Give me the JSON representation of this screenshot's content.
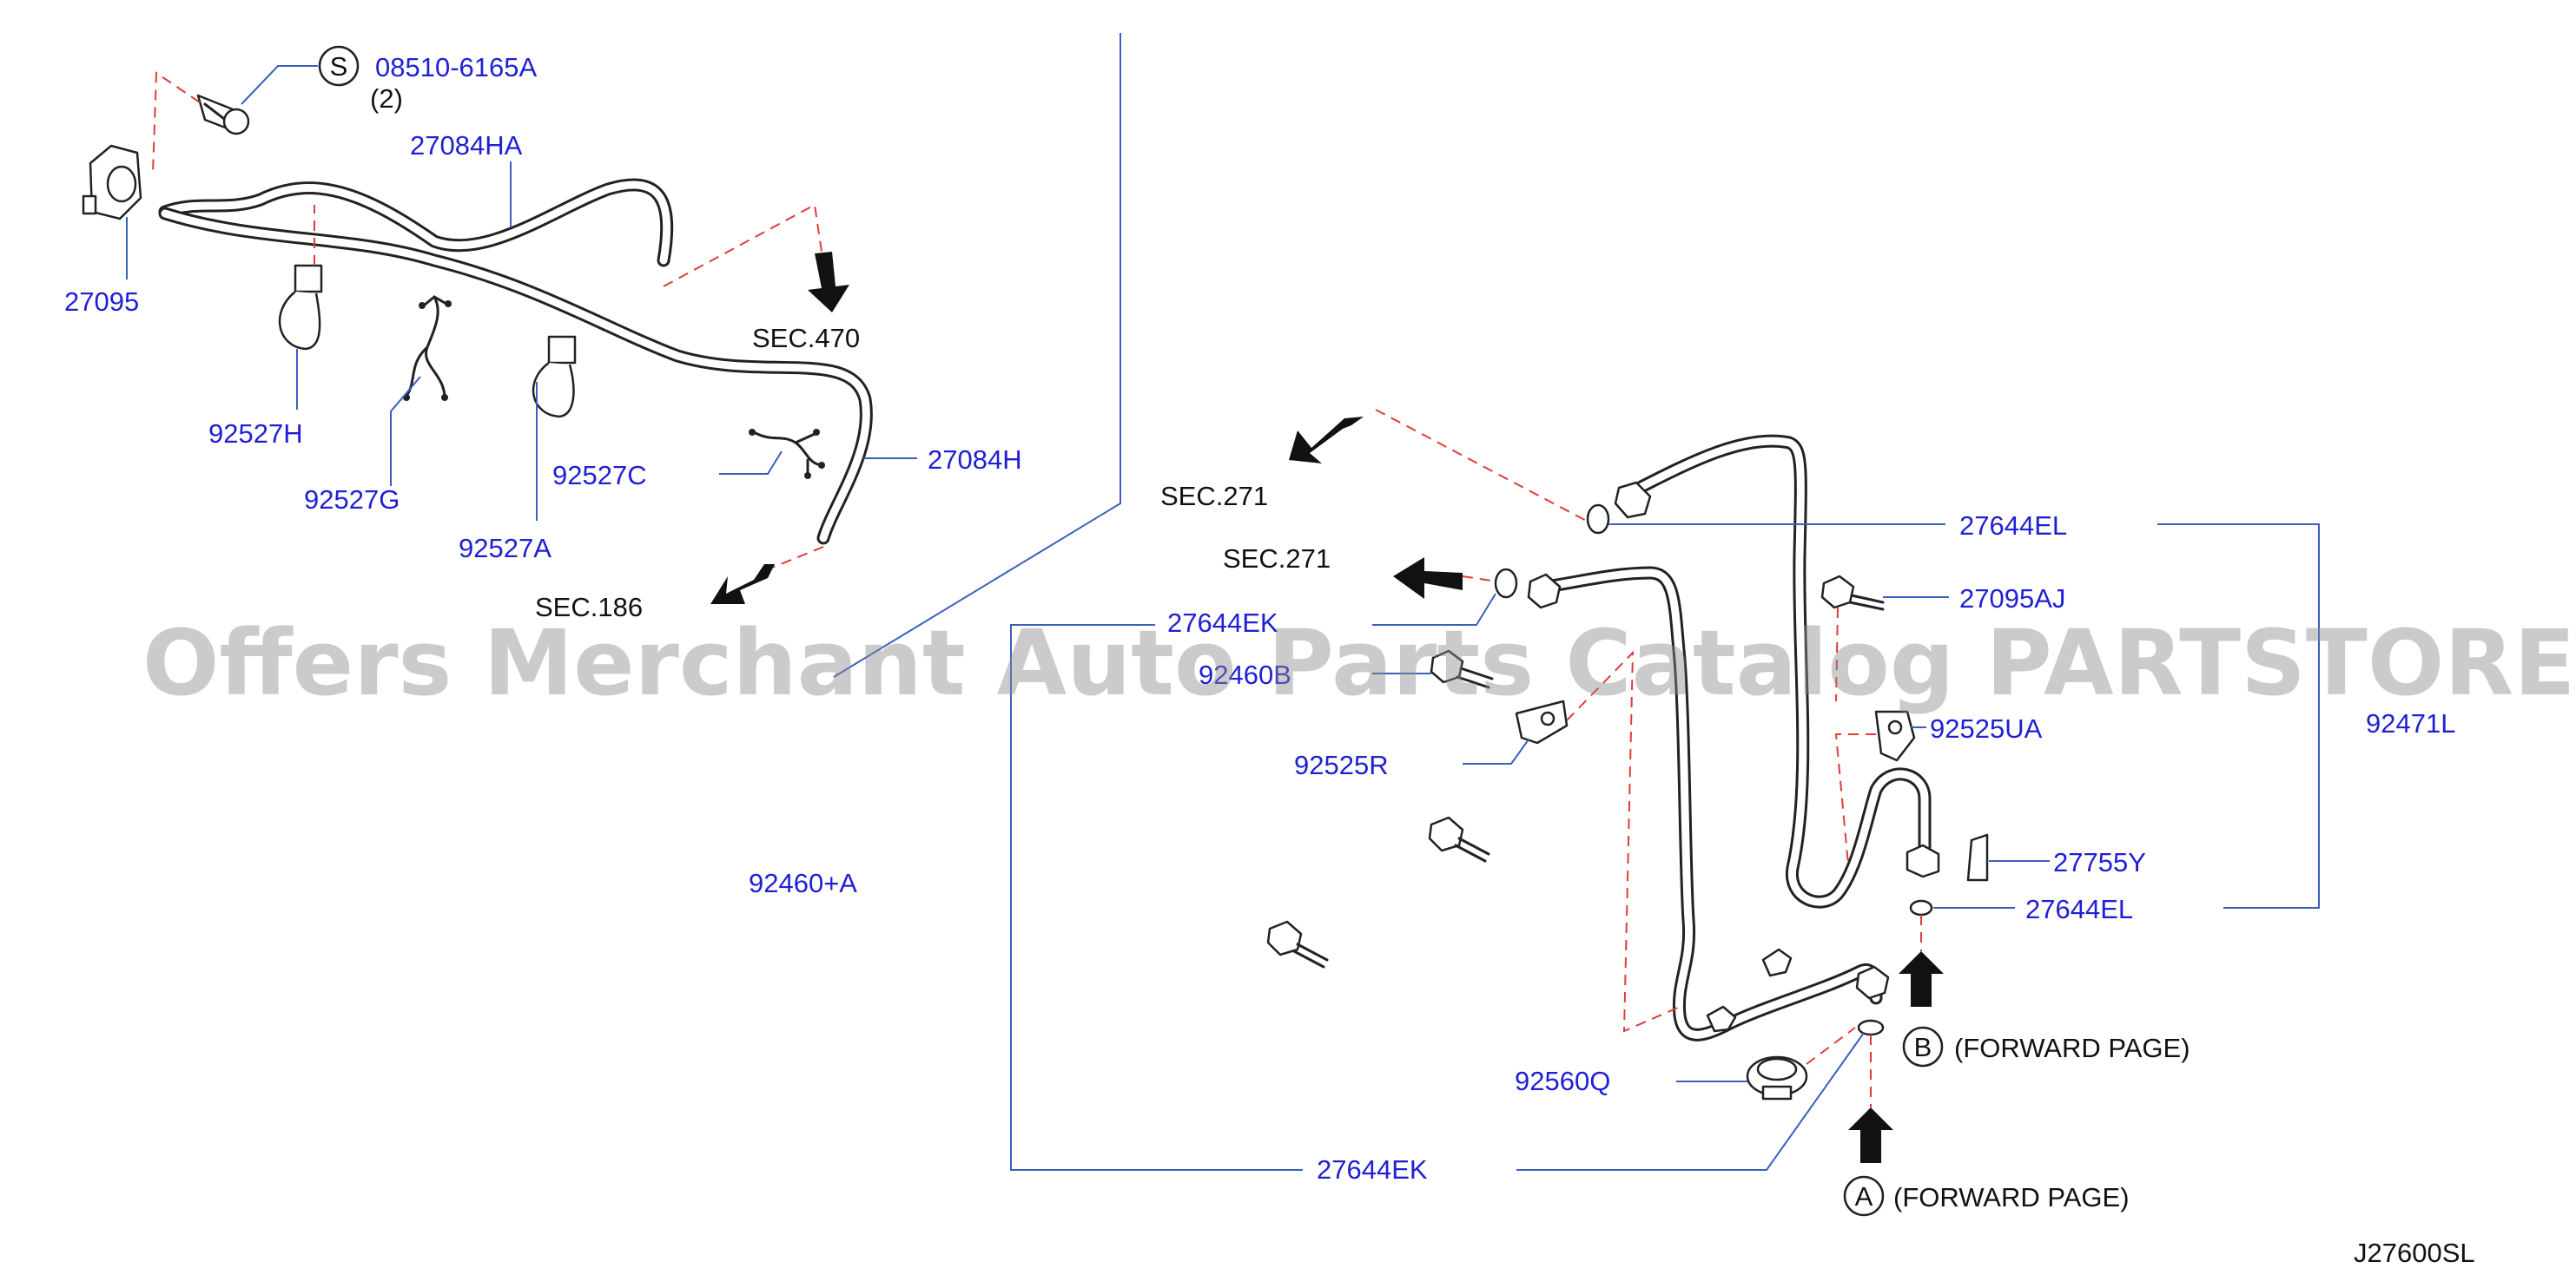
{
  "labels": {
    "p08510": "08510-6165A",
    "qty2": "(2)",
    "p27084HA": "27084HA",
    "p27095": "27095",
    "sec470": "SEC.470",
    "p92527H": "92527H",
    "p27084H": "27084H",
    "p92527C": "92527C",
    "p92527G": "92527G",
    "p92527A": "92527A",
    "sec186": "SEC.186",
    "sec271a": "SEC.271",
    "sec271b": "SEC.271",
    "p27644EL_top": "27644EL",
    "p27095AJ": "27095AJ",
    "p27644EK_top": "27644EK",
    "p92460B": "92460B",
    "p92525UA": "92525UA",
    "p92471L": "92471L",
    "p92525R": "92525R",
    "p27755Y": "27755Y",
    "p27644EL_bot": "27644EL",
    "p92460A": "92460+A",
    "fwdB": "(FORWARD   PAGE)",
    "p92560Q": "92560Q",
    "p27644EK_bot": "27644EK",
    "fwdA": "(FORWARD   PAGE)",
    "diagram_code": "J27600SL"
  },
  "markers": {
    "s": "S",
    "a": "A",
    "b": "B"
  },
  "watermark": "Offers Merchant Auto Parts Catalog PARTSTORE.SA",
  "colors": {
    "part_label": "#1f1fd6",
    "leader": "#3a5fbf",
    "dashed": "#e23a3a",
    "watermark": "#8c8c8c"
  }
}
